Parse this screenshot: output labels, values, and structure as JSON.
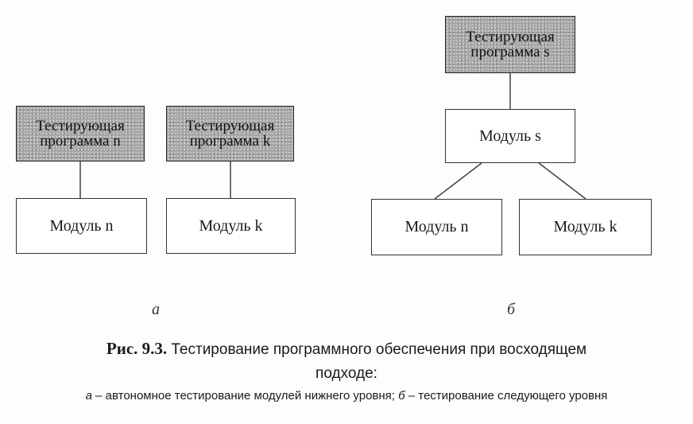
{
  "diagram_a": {
    "testers": [
      {
        "line1": "Тестирующая",
        "line2": "программа n"
      },
      {
        "line1": "Тестирующая",
        "line2": "программа k"
      }
    ],
    "modules": [
      "Модуль n",
      "Модуль k"
    ],
    "label": "а"
  },
  "diagram_b": {
    "tester": {
      "line1": "Тестирующая",
      "line2": "программа s"
    },
    "module_top": "Модуль s",
    "modules_bottom": [
      "Модуль n",
      "Модуль k"
    ],
    "label": "б"
  },
  "caption": {
    "figure_label": "Рис. 9.3.",
    "title": "Тестирование программного обеспечения при восходящем",
    "title_line2": "подходе:",
    "note_a_marker": "а",
    "note_a_text": " – автономное тестирование модулей нижнего уровня; ",
    "note_b_marker": "б",
    "note_b_text": " – тестирование следующего уровня"
  }
}
